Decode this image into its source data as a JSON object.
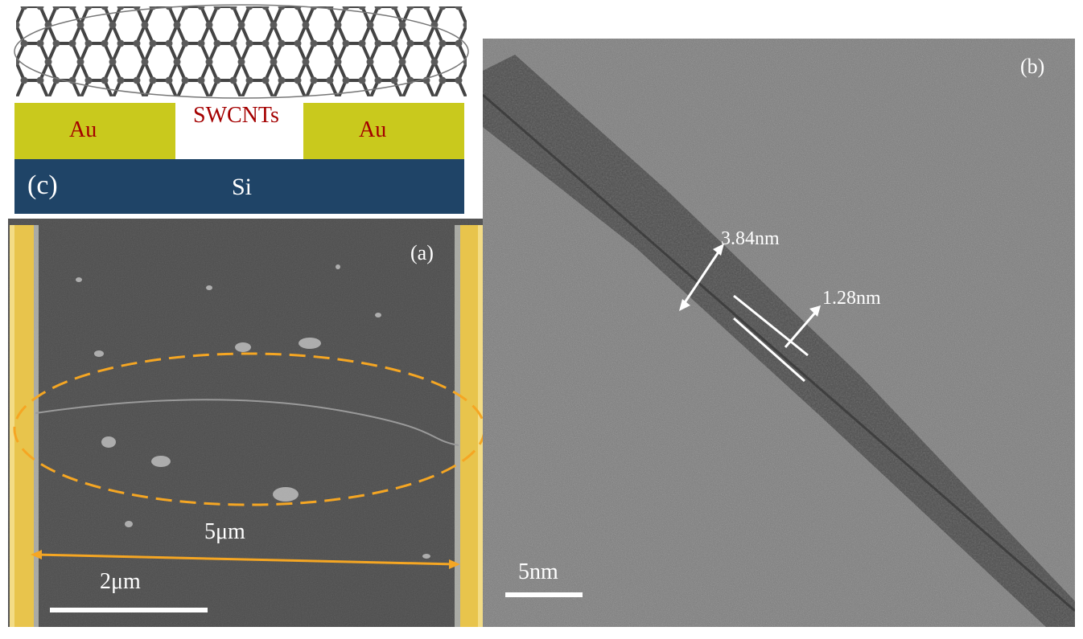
{
  "panel_c": {
    "label": "(c)",
    "substrate": "Si",
    "electrode_left": "Au",
    "electrode_right": "Au",
    "channel": "SWCNTs",
    "colors": {
      "au": "#c9c91d",
      "si": "#1f4467",
      "text_red": "#a40000",
      "cnt_atom": "#555555"
    }
  },
  "panel_a": {
    "label": "(a)",
    "gap_width": "5μm",
    "scale_bar": "2μm",
    "colors": {
      "background": "#4b4b4b",
      "electrode": "#e8c44c",
      "highlight": "#f5a623"
    }
  },
  "panel_b": {
    "label": "(b)",
    "outer_diameter": "3.84nm",
    "inner_spacing": "1.28nm",
    "scale_bar": "5nm",
    "colors": {
      "background": "#7a7a7a",
      "tube": "#3f3f3f"
    }
  }
}
